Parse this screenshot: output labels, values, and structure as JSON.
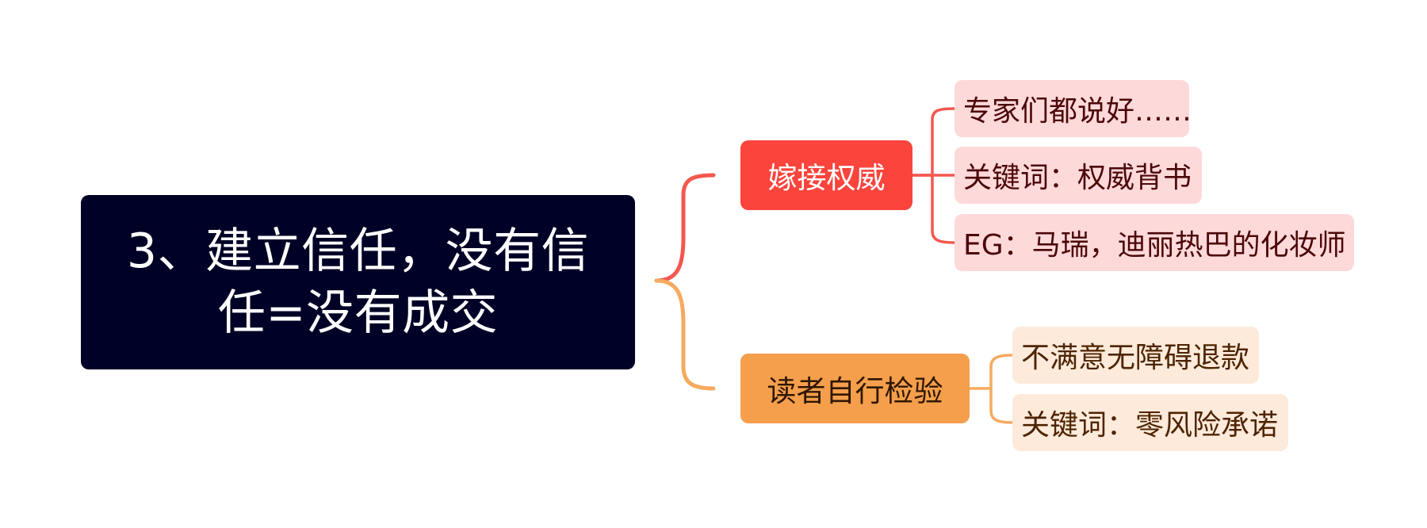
{
  "colors": {
    "background": "#ffffff",
    "root_fill": "#000126",
    "branch_red": "#fa443c",
    "branch_orange": "#f59f4c",
    "leaf_red_fill": "#fed9da",
    "leaf_orange_fill": "#fdeadb",
    "connector_red": "#f4574f",
    "connector_orange": "#f6aa5f"
  },
  "mindmap": {
    "root": {
      "title": "3、建立信任，没有信任=没有成交"
    },
    "branches": [
      {
        "label": "嫁接权威",
        "children": [
          {
            "label": "专家们都说好……"
          },
          {
            "label": "关键词：权威背书"
          },
          {
            "label": "EG：马瑞，迪丽热巴的化妆师"
          }
        ]
      },
      {
        "label": "读者自行检验",
        "children": [
          {
            "label": "不满意无障碍退款"
          },
          {
            "label": "关键词：零风险承诺"
          }
        ]
      }
    ]
  }
}
